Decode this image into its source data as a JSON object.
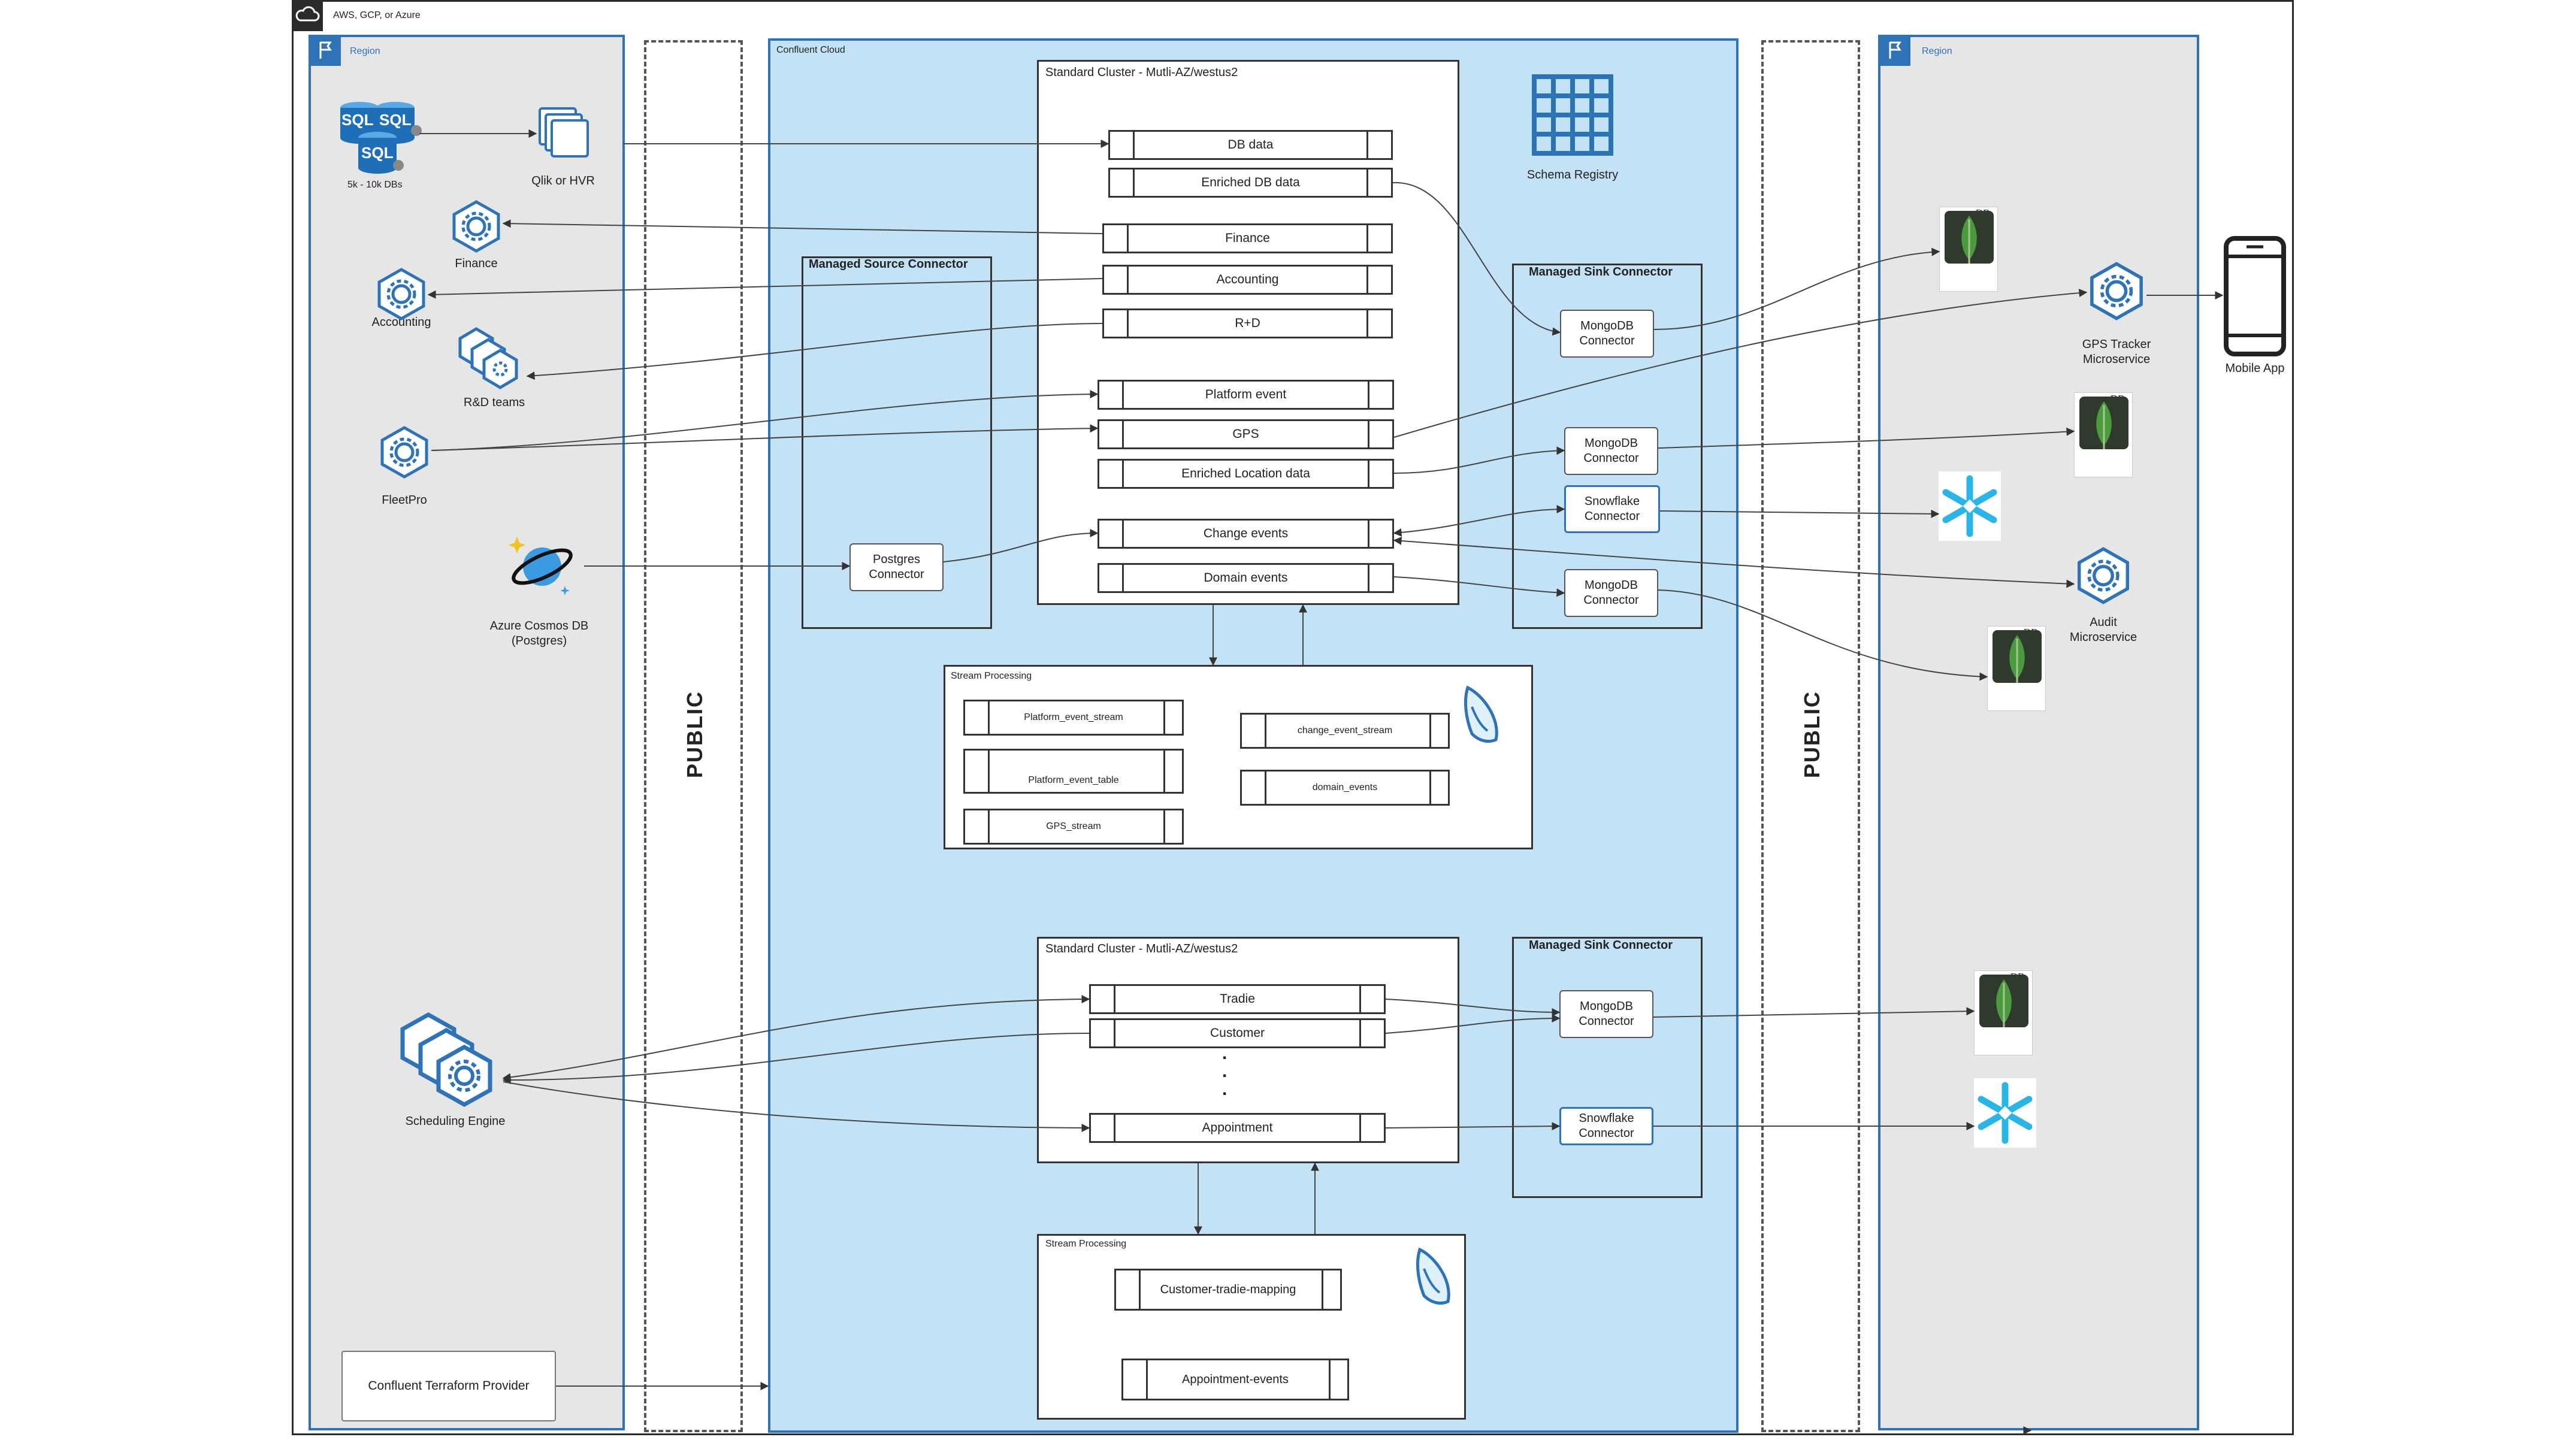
{
  "outer": {
    "title": "AWS, GCP, or Azure",
    "icon": "cloud-icon"
  },
  "left_region": {
    "label": "Region",
    "sql_icon_text": "SQL",
    "sql_label": "5k - 10k DBs",
    "qlik_label": "Qlik or HVR",
    "finance": "Finance",
    "accounting": "Accounting",
    "rd_teams": "R&D teams",
    "fleetpro": "FleetPro",
    "cosmos_label_1": "Azure Cosmos DB",
    "cosmos_label_2": "(Postgres)",
    "scheduling": "Scheduling Engine",
    "terraform": "Confluent Terraform Provider"
  },
  "public_left": "PUBLIC",
  "public_right": "PUBLIC",
  "confluent": {
    "label": "Confluent Cloud",
    "cluster1": {
      "title": "Standard Cluster - Mutli-AZ/westus2",
      "topics": [
        "DB data",
        "Enriched DB data",
        "Finance",
        "Accounting",
        "R+D",
        "Platform event",
        "GPS",
        "Enriched Location data",
        "Change events",
        "Domain events"
      ]
    },
    "schema_registry": "Schema Registry",
    "source_group": "Managed Source Connector",
    "postgres_connector": [
      "Postgres",
      "Connector"
    ],
    "sink_group1": "Managed Sink Connector",
    "sink1_connectors": [
      [
        "MongoDB",
        "Connector"
      ],
      [
        "MongoDB",
        "Connector"
      ],
      [
        "Snowflake",
        "Connector"
      ],
      [
        "MongoDB",
        "Connector"
      ]
    ],
    "sp1": {
      "title": "Stream Processing",
      "topics": [
        "Platform_event_stream",
        "Platform_event_table",
        "GPS_stream",
        "change_event_stream",
        "domain_events"
      ]
    },
    "cluster2": {
      "title": "Standard Cluster - Mutli-AZ/westus2",
      "topics": [
        "Tradie",
        "Customer",
        "Appointment"
      ],
      "dots": "."
    },
    "sink_group2": "Managed Sink Connector",
    "sink2_connectors": [
      [
        "MongoDB",
        "Connector"
      ],
      [
        "Snowflake",
        "Connector"
      ]
    ],
    "sp2": {
      "title": "Stream Processing",
      "topics": [
        "Customer-tradie-mapping",
        "Appointment-events"
      ]
    }
  },
  "right_region": {
    "label": "Region",
    "mongo_text": "mongoDB",
    "gps_tracker": [
      "GPS Tracker",
      "Microservice"
    ],
    "audit": [
      "Audit",
      "Microservice"
    ],
    "mobile": "Mobile App"
  },
  "colors": {
    "accent": "#2e73b8",
    "cloud_bg": "#c3e2f5",
    "region_bg": "#e6e6e6",
    "mongo_leaf": "#4a9a3f",
    "snowflake": "#29b5e8"
  }
}
